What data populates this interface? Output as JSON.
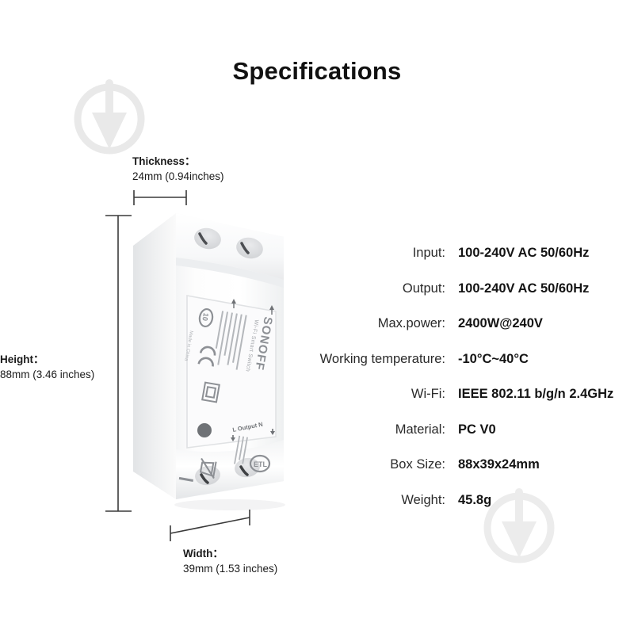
{
  "page": {
    "title": "Specifications",
    "background_color": "#ffffff",
    "text_color": "#1a1a1a"
  },
  "watermark": {
    "icon": "circle-arrow-watermark",
    "color": "#e8e8e8",
    "count": 2
  },
  "product": {
    "name": "product-photo",
    "description": "SONOFF Wi-Fi Smart Switch, white plastic enclosure, angled view",
    "body_color": "#ffffff",
    "shadow_color": "#d8d9da",
    "label": {
      "brand": "SONOFF",
      "model_line": "Wi-Fi Smart Switch",
      "terminal_markings": "L  Output  N",
      "origin": "Made in China",
      "certifications": [
        "RoHS-10",
        "CE",
        "ETL"
      ]
    }
  },
  "dimensions": {
    "thickness": {
      "name": "Thickness",
      "separator": "：",
      "value": "24mm (0.94inches)"
    },
    "height": {
      "name": "Height",
      "separator": "：",
      "value": "88mm (3.46 inches)"
    },
    "width": {
      "name": "Width",
      "separator": "：",
      "value": "39mm (1.53 inches)"
    }
  },
  "specs": [
    {
      "key": "Input:",
      "value": "100-240V AC 50/60Hz"
    },
    {
      "key": "Output:",
      "value": "100-240V AC 50/60Hz"
    },
    {
      "key": "Max.power:",
      "value": "2400W@240V"
    },
    {
      "key": "Working temperature:",
      "value": "-10°C~40°C"
    },
    {
      "key": "Wi-Fi:",
      "value": "IEEE 802.11 b/g/n 2.4GHz"
    },
    {
      "key": "Material:",
      "value": "PC V0"
    },
    {
      "key": "Box Size:",
      "value": "88x39x24mm"
    },
    {
      "key": "Weight:",
      "value": "45.8g"
    }
  ]
}
